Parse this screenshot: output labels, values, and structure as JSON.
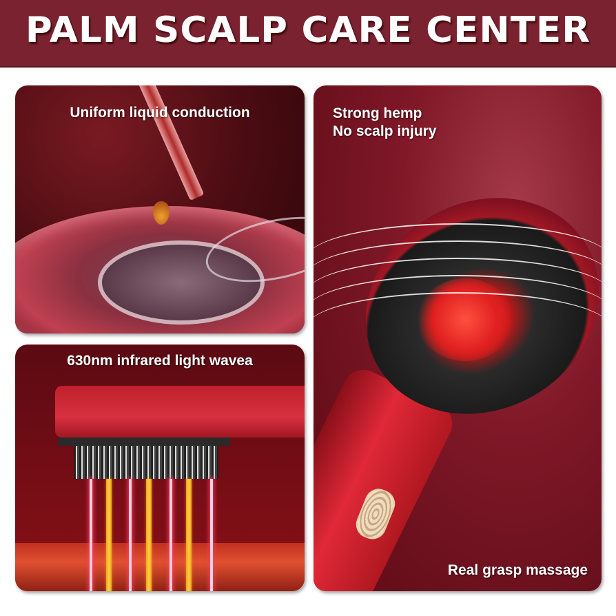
{
  "header": {
    "title": "PALM SCALP CARE CENTER",
    "background_color": "#7a2230"
  },
  "panels": [
    {
      "id": "liquid-conduction",
      "caption": "Uniform liquid conduction",
      "image": "pipette dropping serum onto dish"
    },
    {
      "id": "infrared-light",
      "caption": "630nm infrared light wavea",
      "image": "brush head emitting red and yellow light beams onto scalp"
    },
    {
      "id": "strong-hemp",
      "caption_lines": [
        "Strong hemp",
        "No scalp injury"
      ],
      "footer_caption": "Real grasp massage",
      "image": "red scalp massager brush with LED lights and bristles"
    }
  ],
  "colors": {
    "accent": "#7a2230",
    "product_red": "#d02030",
    "beam_red": "#ff3060",
    "beam_yellow": "#f0a020"
  }
}
